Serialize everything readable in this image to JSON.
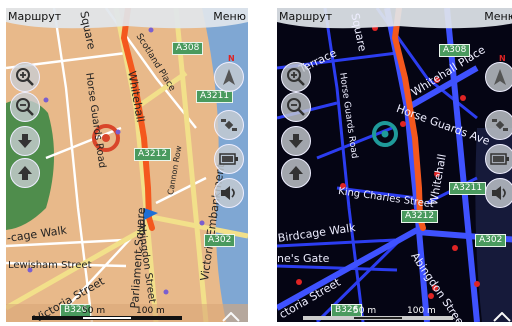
{
  "softkeys": {
    "left": "Маршрут",
    "right": "Меню"
  },
  "compass_letter": "N",
  "day": {
    "streets": {
      "square": "Square",
      "scotland": "Scotland Place",
      "horse_guards": "Horse Guards Road",
      "whitehall": "Whitehall",
      "cannon_row": "Cannon Row",
      "victoria_embankment": "Victoria Embankment",
      "parliament_square": "Parliament Square",
      "abingdon": "Abingdon Street",
      "birdcage_walk": "-cage Walk",
      "lewisham": "Lewisham Street",
      "victoria_street": "Victoria Street"
    },
    "shields": {
      "a308": "A308",
      "a3211": "A3211",
      "a3212": "A3212",
      "a302": "A302",
      "b326": "B326"
    },
    "scale": {
      "left": "50 m",
      "right": "100 m"
    }
  },
  "night": {
    "streets": {
      "terrace": "Terrace",
      "square": "Square",
      "whitehall_place": "Whitehall Place",
      "horse_guards": "Horse Guards Road",
      "horse_guards_ave": "Horse Guards Ave",
      "king_charles": "King Charles Street",
      "whitehall": "Whitehall",
      "birdcage_walk": "Birdcage Walk",
      "queens_gate": "ne's Gate",
      "abingdon": "Abingdon Street",
      "victoria_street": "ctoria Street"
    },
    "shields": {
      "a308": "A308",
      "a3211": "A3211",
      "a3212": "A3212",
      "a302": "A302",
      "b326": "B326"
    },
    "scale": {
      "left": "50 m",
      "right": "100 m"
    }
  },
  "colors": {
    "day_land": "#e8b98a",
    "day_park": "#4f8d4c",
    "day_water": "#7fa7d3",
    "route": "#f4581e",
    "night_land": "#050514",
    "night_road": "#2c3df0",
    "target": "#d9452a",
    "target_night": "#1f9a9a"
  }
}
